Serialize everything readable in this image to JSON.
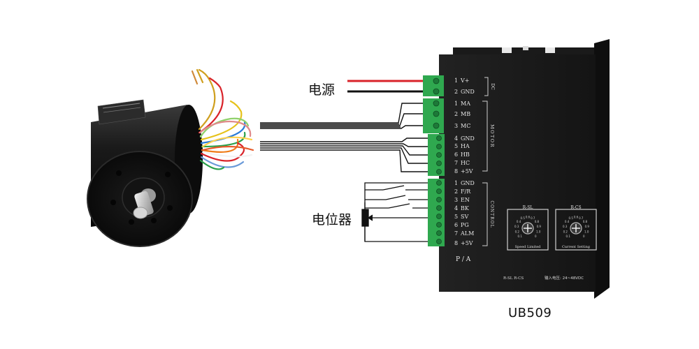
{
  "labels": {
    "power": "电源",
    "potentiometer": "电位器",
    "model": "UB509"
  },
  "driver": {
    "groups": {
      "dc": "DC",
      "motor": "MOTOR",
      "control": "CONTROL"
    },
    "pins_dc": [
      {
        "num": "1",
        "name": "V+"
      },
      {
        "num": "2",
        "name": "GND"
      }
    ],
    "pins_motor": [
      {
        "num": "1",
        "name": "MA"
      },
      {
        "num": "2",
        "name": "MB"
      },
      {
        "num": "3",
        "name": "MC"
      }
    ],
    "pins_hall": [
      {
        "num": "4",
        "name": "GND"
      },
      {
        "num": "5",
        "name": "HA"
      },
      {
        "num": "6",
        "name": "HB"
      },
      {
        "num": "7",
        "name": "HC"
      },
      {
        "num": "8",
        "name": "+5V"
      }
    ],
    "pins_control": [
      {
        "num": "1",
        "name": "GND"
      },
      {
        "num": "2",
        "name": "F/R"
      },
      {
        "num": "3",
        "name": "EN"
      },
      {
        "num": "4",
        "name": "BK"
      },
      {
        "num": "5",
        "name": "SV"
      },
      {
        "num": "6",
        "name": "PG"
      },
      {
        "num": "7",
        "name": "ALM"
      },
      {
        "num": "8",
        "name": "+5V"
      }
    ],
    "dial_sl": {
      "title": "R-SL",
      "caption": "Speed Limited",
      "scale": [
        "0.1",
        "0.2",
        "0.3",
        "0.4",
        "0.5",
        "0.6",
        "0.7",
        "0.8",
        "0.9",
        "1.0",
        "0"
      ]
    },
    "dial_cs": {
      "title": "R-CS",
      "caption": "Current Setting",
      "scale": [
        "0.1",
        "0.2",
        "0.3",
        "0.4",
        "0.5",
        "0.6",
        "0.7",
        "0.8",
        "0.9",
        "1.0",
        "0"
      ]
    },
    "pa_label": "P / A",
    "bottom_left": "R-SL R-CS",
    "bottom_right": "输入电压: 24~48VDC"
  },
  "colors": {
    "red_wire": "#d9232a",
    "black_wire": "#111111",
    "terminal_green": "#2fa84f",
    "driver_body": "#1c1c1c",
    "motor_body": "#161616"
  }
}
